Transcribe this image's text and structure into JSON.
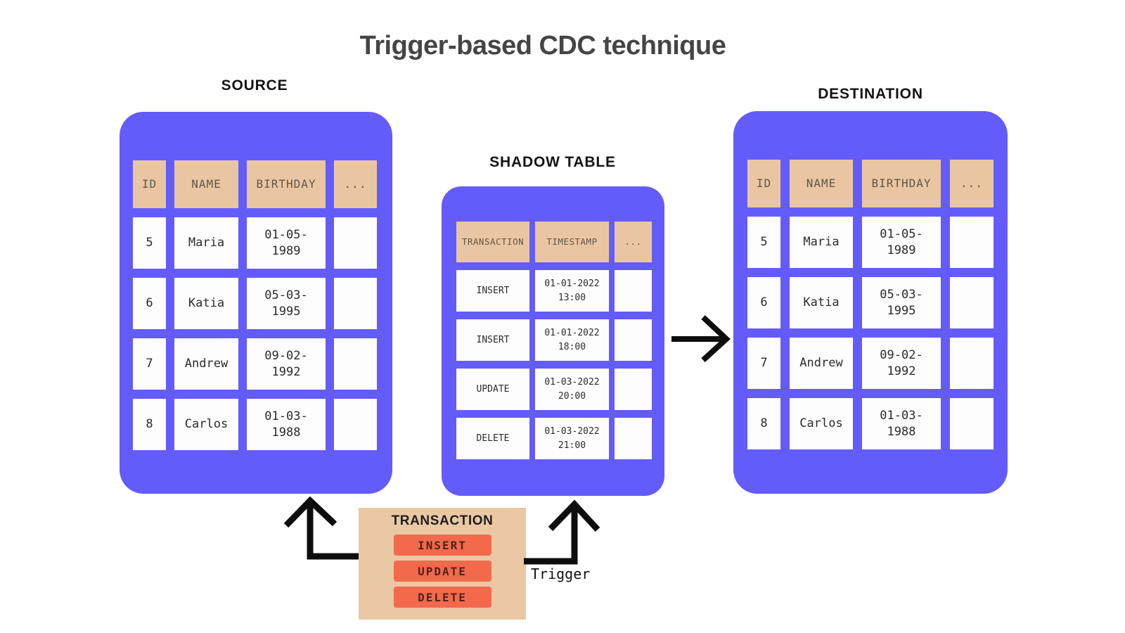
{
  "title": "Trigger-based CDC technique",
  "colors": {
    "card_purple": "#645CFA",
    "header_tan": "#E9C6A1",
    "panel_tan": "#E9C8A3",
    "button_coral": "#F3694C",
    "arrow_black": "#0d0d0d"
  },
  "source": {
    "label": "SOURCE",
    "columns": [
      "ID",
      "NAME",
      "BIRTHDAY",
      "..."
    ],
    "rows": [
      [
        "5",
        "Maria",
        "01-05-\n1989",
        ""
      ],
      [
        "6",
        "Katia",
        "05-03-\n1995",
        ""
      ],
      [
        "7",
        "Andrew",
        "09-02-\n1992",
        ""
      ],
      [
        "8",
        "Carlos",
        "01-03-\n1988",
        ""
      ]
    ]
  },
  "shadow": {
    "label": "SHADOW TABLE",
    "columns": [
      "TRANSACTION",
      "TIMESTAMP",
      "..."
    ],
    "rows": [
      [
        "INSERT",
        "01-01-2022\n13:00",
        ""
      ],
      [
        "INSERT",
        "01-01-2022\n18:00",
        ""
      ],
      [
        "UPDATE",
        "01-03-2022\n20:00",
        ""
      ],
      [
        "DELETE",
        "01-03-2022\n21:00",
        ""
      ]
    ]
  },
  "destination": {
    "label": "DESTINATION",
    "columns": [
      "ID",
      "NAME",
      "BIRTHDAY",
      "..."
    ],
    "rows": [
      [
        "5",
        "Maria",
        "01-05-\n1989",
        ""
      ],
      [
        "6",
        "Katia",
        "05-03-\n1995",
        ""
      ],
      [
        "7",
        "Andrew",
        "09-02-\n1992",
        ""
      ],
      [
        "8",
        "Carlos",
        "01-03-\n1988",
        ""
      ]
    ]
  },
  "transaction": {
    "label": "TRANSACTION",
    "buttons": [
      "INSERT",
      "UPDATE",
      "DELETE"
    ]
  },
  "trigger_label": "Trigger"
}
